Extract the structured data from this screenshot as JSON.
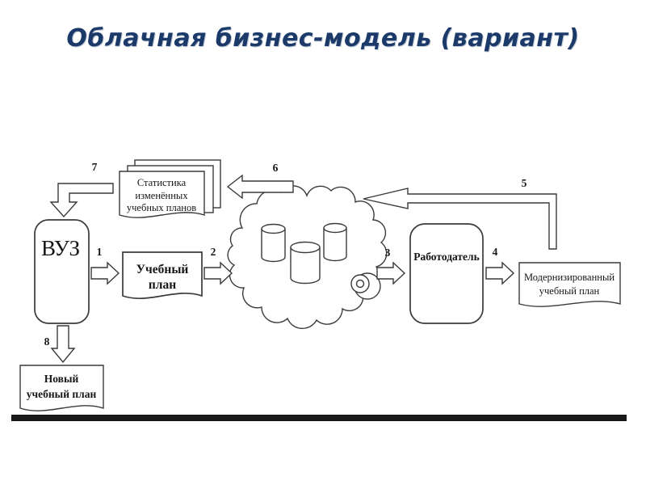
{
  "colors": {
    "title": "#1c3a69",
    "stroke": "#3a3a3a",
    "text": "#161616",
    "footer_bar": "#181818",
    "background": "#ffffff"
  },
  "slide": {
    "title": "Облачная бизнес-модель (вариант)"
  },
  "nodes": {
    "vuz": {
      "label": "ВУЗ"
    },
    "stats_doc": {
      "lines": [
        "Статистика",
        "изменённых",
        "учебных планов"
      ]
    },
    "curriculum_doc": {
      "lines": [
        "Учебный",
        "план"
      ]
    },
    "cloud": {
      "icon": "cloud-with-database-cylinders"
    },
    "employer": {
      "label": "Работодатель"
    },
    "modernized_doc": {
      "lines": [
        "Модернизированный",
        "учебный план"
      ]
    },
    "new_plan_doc": {
      "lines": [
        "Новый",
        "учебный план"
      ]
    }
  },
  "arrow_labels": {
    "a1": "1",
    "a2": "2",
    "a3": "3",
    "a4": "4",
    "a5": "5",
    "a6": "6",
    "a7": "7",
    "a8": "8"
  }
}
